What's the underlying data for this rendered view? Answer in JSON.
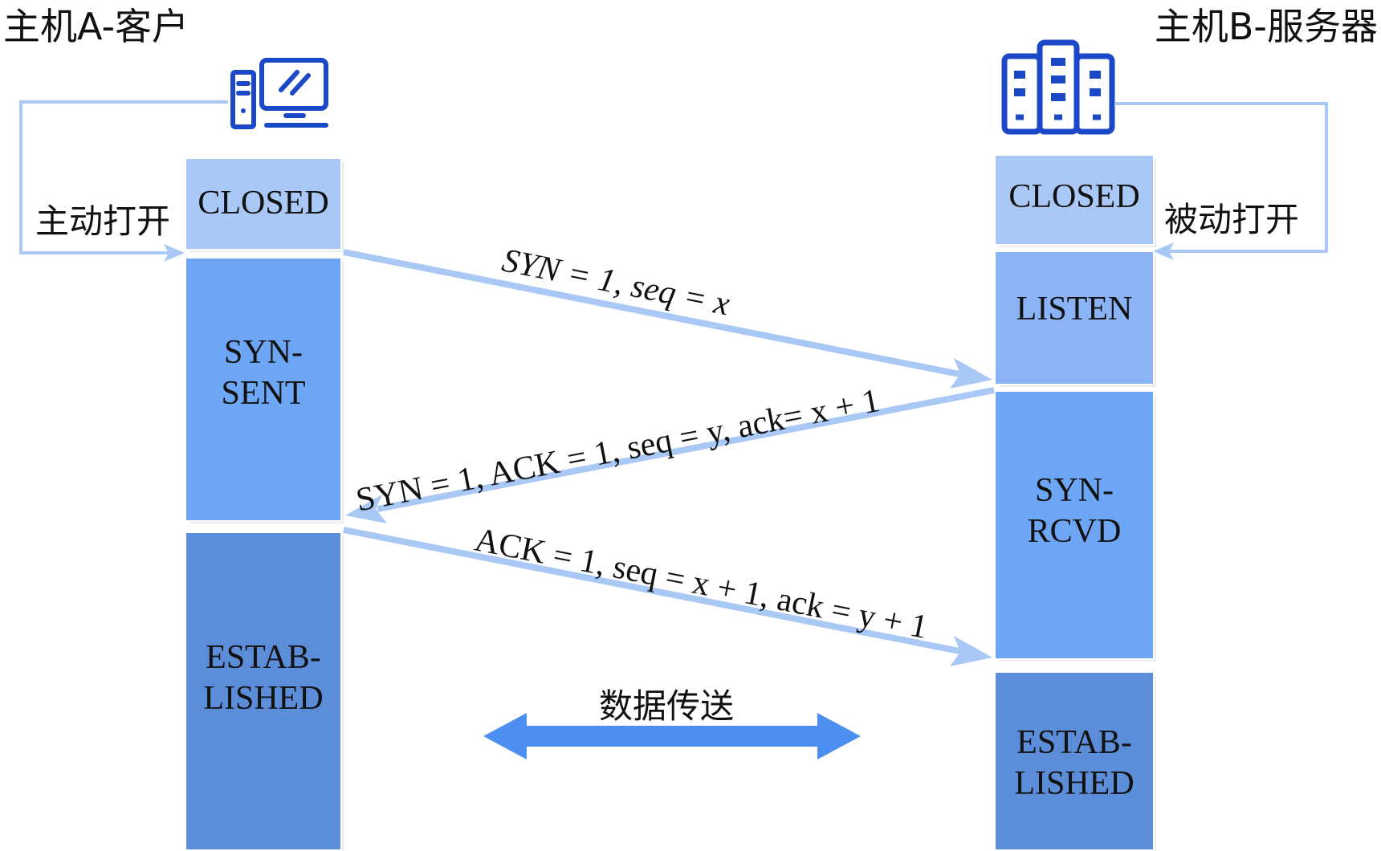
{
  "hosts": {
    "client_title": "主机A-客户",
    "server_title": "主机B-服务器",
    "client_icon": "desktop-computer-icon",
    "server_icon": "server-rack-icon"
  },
  "client_states": [
    "CLOSED",
    "SYN-\nSENT",
    "ESTAB-\nLISHED"
  ],
  "server_states": [
    "CLOSED",
    "LISTEN",
    "SYN-\nRCVD",
    "ESTAB-\nLISHED"
  ],
  "labels": {
    "active_open": "主动打开",
    "passive_open": "被动打开",
    "data_transfer": "数据传送"
  },
  "messages": {
    "syn": "SYN = 1, seq = x",
    "syn_ack": "SYN = 1, ACK = 1, seq = y, ack= x + 1",
    "ack": "ACK = 1, seq = x + 1, ack = y + 1"
  },
  "colors": {
    "closed": "#a9c8f6",
    "listen": "#8ab4f5",
    "syn": "#6da6f4",
    "established": "#5b8dd9",
    "arrow_light": "#a9c8f6",
    "arrow_dark": "#4d8ff0",
    "icon": "#1a48c7"
  }
}
